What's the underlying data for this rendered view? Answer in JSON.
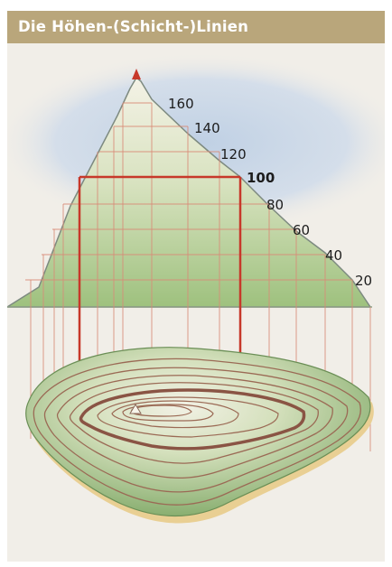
{
  "header": {
    "title": "Die Höhen-(Schicht-)Linien"
  },
  "elevations": [
    "160",
    "140",
    "120",
    "100",
    "80",
    "60",
    "40",
    "20"
  ],
  "highlighted_elevation": "100",
  "colors": {
    "header_bg": "#b9a67b",
    "panel_bg": "#f1eee8",
    "sky": "#c9d7e7",
    "mountain_light": "#f3f1e4",
    "mountain_dark": "#9ec17e",
    "contour": "#9b6a55",
    "guide_line": "#d98b77",
    "highlight_line": "#c7382a",
    "summit_marker": "#c7382a"
  }
}
